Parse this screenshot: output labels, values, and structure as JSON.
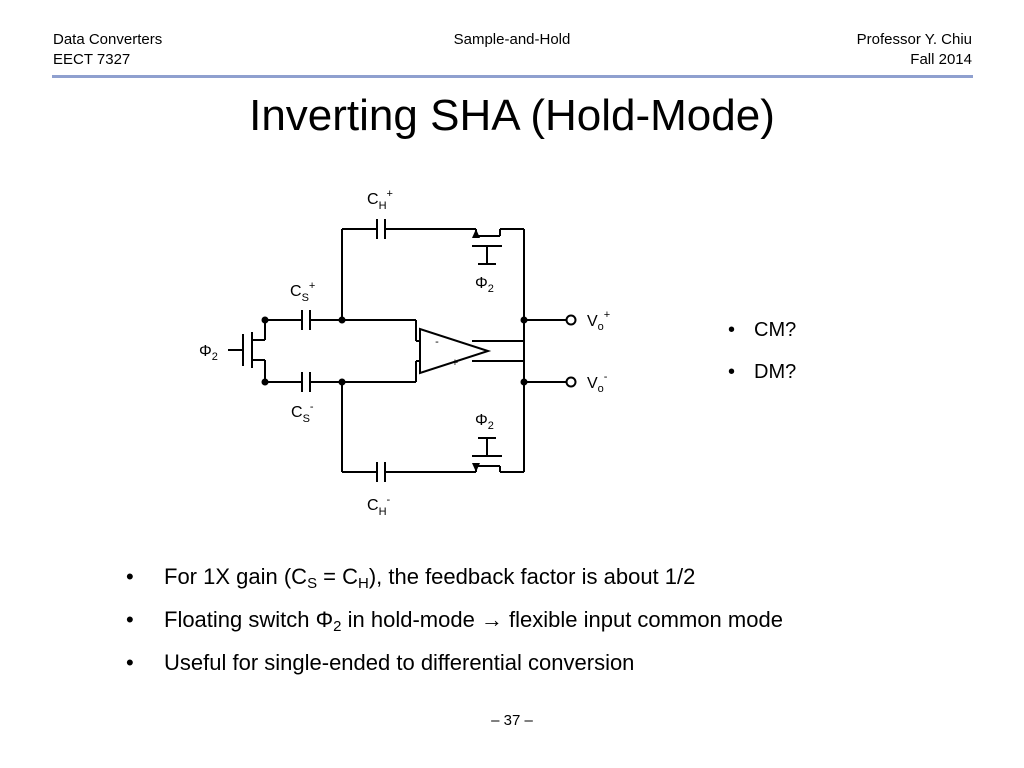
{
  "header": {
    "left_line1": "Data Converters",
    "left_line2": "EECT 7327",
    "center": "Sample-and-Hold",
    "right_line1": "Professor Y. Chiu",
    "right_line2": "Fall 2014",
    "rule_color": "#8fa0cf"
  },
  "title": "Inverting SHA (Hold-Mode)",
  "circuit": {
    "ch_plus": {
      "base": "C",
      "sub": "H",
      "sup": "+"
    },
    "ch_minus": {
      "base": "C",
      "sub": "H",
      "sup": "-"
    },
    "cs_plus": {
      "base": "C",
      "sub": "S",
      "sup": "+"
    },
    "cs_minus": {
      "base": "C",
      "sub": "S",
      "sup": "-"
    },
    "phi_top": {
      "base": "Φ",
      "sub": "2"
    },
    "phi_bottom": {
      "base": "Φ",
      "sub": "2"
    },
    "phi_left": {
      "base": "Φ",
      "sub": "2"
    },
    "vo_plus": {
      "base": "V",
      "sub": "o",
      "sup": "+"
    },
    "vo_minus": {
      "base": "V",
      "sub": "o",
      "sup": "-"
    },
    "opamp_minus": "-",
    "opamp_plus": "+"
  },
  "side_bullets": [
    "CM?",
    "DM?"
  ],
  "main_bullets": {
    "b1": {
      "pre": "For 1X gain (C",
      "sub1": "S",
      "mid": " = C",
      "sub2": "H",
      "post": "), the feedback factor is about 1/2"
    },
    "b2": {
      "pre": "Floating switch Φ",
      "sub": "2",
      "post": " in hold-mode → flexible input common mode"
    },
    "b3": "Useful for single-ended to differential conversion"
  },
  "bullet_char": "•",
  "page_number": "– 37 –"
}
